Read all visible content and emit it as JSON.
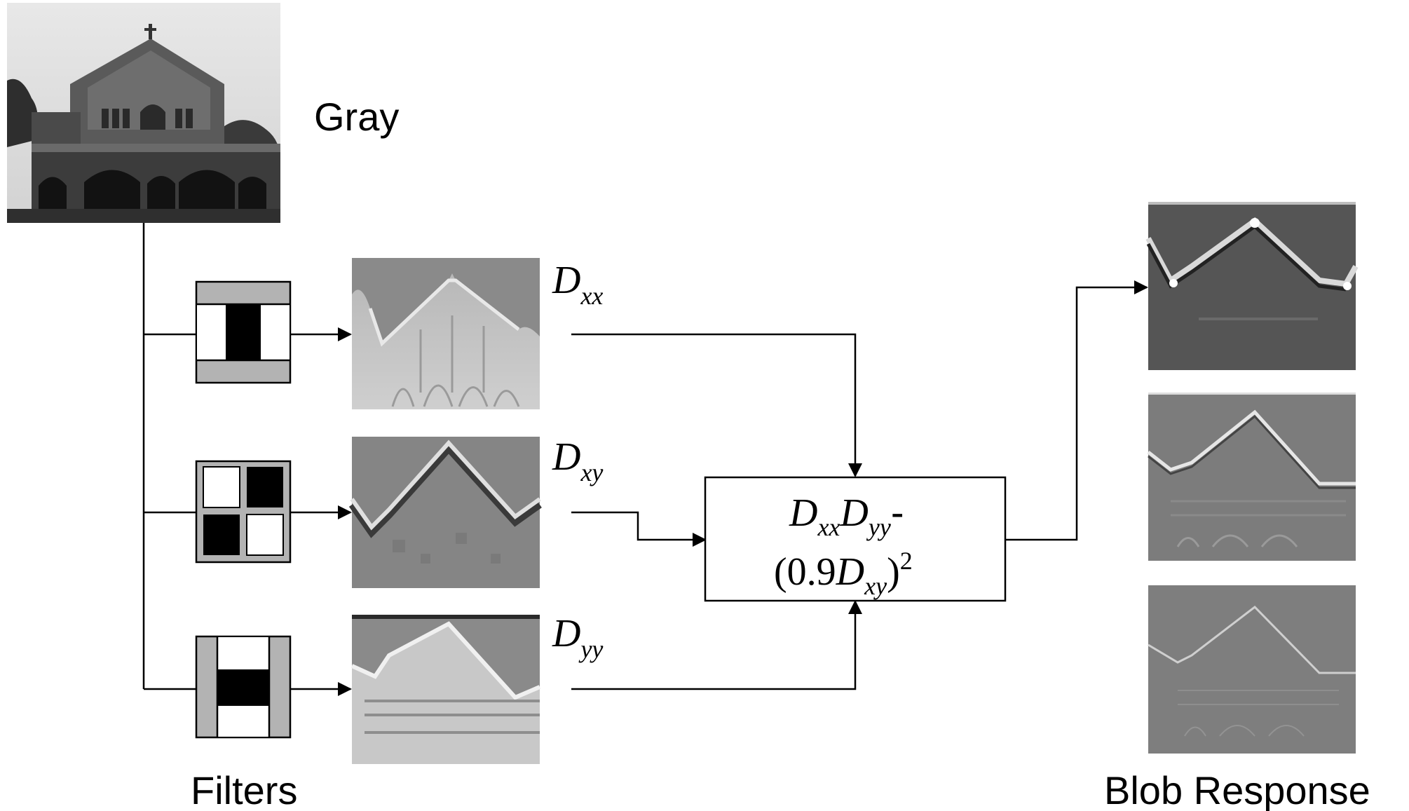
{
  "labels": {
    "gray": "Gray",
    "filters": "Filters",
    "blob_response": "Blob Response"
  },
  "outputs": [
    {
      "name": "D",
      "sub": "xx"
    },
    {
      "name": "D",
      "sub": "xy"
    },
    {
      "name": "D",
      "sub": "yy"
    }
  ],
  "formula": {
    "line1": {
      "a": "D",
      "a_sub": "xx",
      "b": "D",
      "b_sub": "yy",
      "op": "-"
    },
    "line2": {
      "open": "(0.9",
      "d": "D",
      "d_sub": "xy",
      "close": ")",
      "sup": "2"
    }
  },
  "colors": {
    "line": "#000000",
    "filter_gray": "#b3b3b3",
    "filter_black": "#000000",
    "filter_white": "#ffffff",
    "response_bg": "#777777"
  }
}
